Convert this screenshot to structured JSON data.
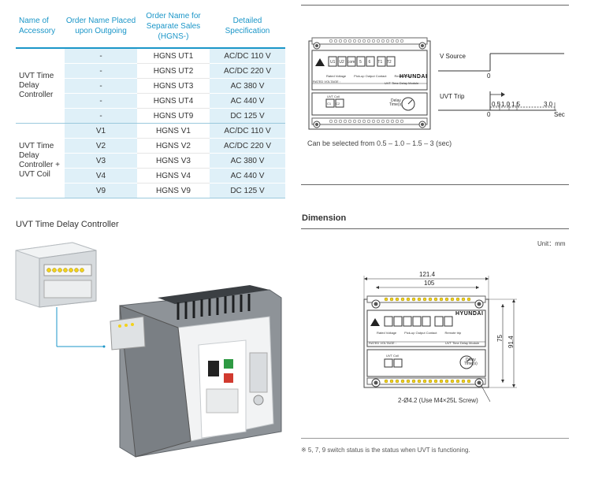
{
  "table": {
    "headers": [
      "Name of Accessory",
      "Order Name Placed upon Outgoing",
      "Order Name for Separate Sales (HGNS-)",
      "Detailed Specification"
    ],
    "group1": {
      "name": "UVT Time Delay Controller",
      "rows": [
        {
          "outgoing": "-",
          "separate": "HGNS UT1",
          "spec": "AC/DC 110 V"
        },
        {
          "outgoing": "-",
          "separate": "HGNS UT2",
          "spec": "AC/DC 220 V"
        },
        {
          "outgoing": "-",
          "separate": "HGNS UT3",
          "spec": "AC 380 V"
        },
        {
          "outgoing": "-",
          "separate": "HGNS UT4",
          "spec": "AC 440 V"
        },
        {
          "outgoing": "-",
          "separate": "HGNS UT9",
          "spec": "DC 125 V"
        }
      ]
    },
    "group2": {
      "name": "UVT Time Delay Controller + UVT Coil",
      "rows": [
        {
          "outgoing": "V1",
          "separate": "HGNS V1",
          "spec": "AC/DC 110 V"
        },
        {
          "outgoing": "V2",
          "separate": "HGNS V2",
          "spec": "AC/DC 220 V"
        },
        {
          "outgoing": "V3",
          "separate": "HGNS V3",
          "spec": "AC 380 V"
        },
        {
          "outgoing": "V4",
          "separate": "HGNS V4",
          "spec": "AC 440 V"
        },
        {
          "outgoing": "V9",
          "separate": "HGNS V9",
          "spec": "DC 125 V"
        }
      ]
    }
  },
  "photo_section": {
    "title": "UVT Time Delay Controller"
  },
  "module": {
    "brand": "HYUNDAI",
    "subtitle": "UVT Time Delay Module",
    "rated_voltage": "RATED VOLTAGE :",
    "uvt_coil": "UVT Coil",
    "delay": "Delay",
    "time": "Time(s)",
    "terminals": [
      "U1",
      "U2",
      "com",
      "5",
      "6",
      "T1",
      "T2"
    ],
    "coil_terminals": [
      "C1",
      "C2"
    ],
    "notes": [
      "Rated Voltage",
      "Pick-up Output Contact",
      "Remote trip"
    ],
    "notes2": [
      "Rated Voltage",
      "Pick-up Output Contact",
      "Remote trip"
    ]
  },
  "timing": {
    "v_source": "V Source",
    "uvt_trip": "UVT Trip",
    "zero": "0",
    "zero2": "0",
    "sec": "Sec",
    "ticks": [
      "0.5",
      "1.0",
      "1.5",
      "3.0"
    ]
  },
  "selection_note": "Can be selected from 0.5 – 1.0 – 1.5 – 3 (sec)",
  "dimension": {
    "title": "Dimension",
    "unit": "Unit：mm",
    "width_outer": "121.4",
    "width_inner": "105",
    "height_inner": "75",
    "height_outer": "91.4",
    "screw": "2-Ø4.2 (Use M4×25L Screw)"
  },
  "footnote": "※ 5, 7, 9 switch status is the status when UVT is functioning.",
  "colors": {
    "accent": "#1b96c8",
    "row_fill": "#dff0f8",
    "terminal": "#f3d21b"
  }
}
